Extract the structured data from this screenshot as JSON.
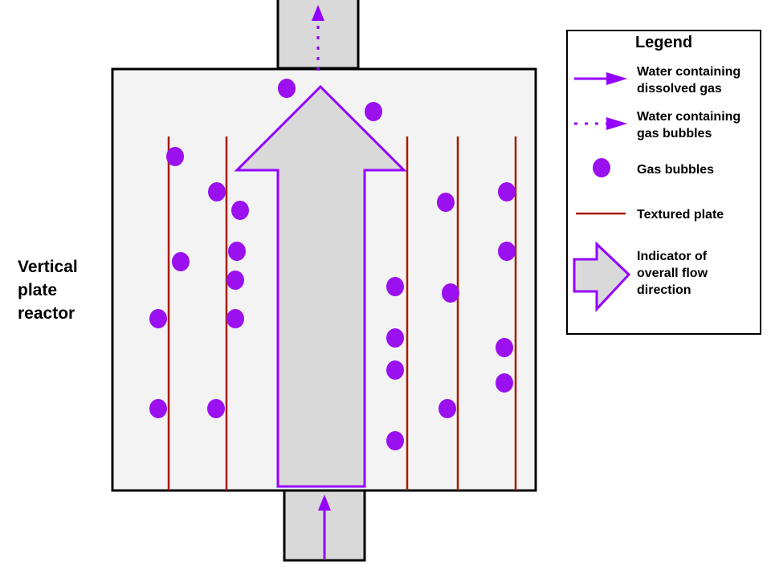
{
  "side_label": {
    "lines": [
      "Vertical",
      "plate",
      "reactor"
    ]
  },
  "legend": {
    "title": "Legend",
    "items": [
      {
        "icon": "solid-arrow-icon",
        "lines": [
          "Water containing",
          "dissolved gas"
        ]
      },
      {
        "icon": "dotted-arrow-icon",
        "lines": [
          "Water containing",
          "gas bubbles"
        ]
      },
      {
        "icon": "gas-bubble-icon",
        "lines": [
          "Gas bubbles"
        ]
      },
      {
        "icon": "textured-plate-icon",
        "lines": [
          "Textured plate"
        ]
      },
      {
        "icon": "flow-direction-arrow-icon",
        "lines": [
          "Indicator of",
          "overall flow",
          "direction"
        ]
      }
    ]
  },
  "colors": {
    "purple": "#9400ff",
    "bubble": "#9a10ee",
    "plate": "#a61c00",
    "vessel_fill": "#f3f3f3",
    "arrow_fill": "#d9d9d9",
    "outline": "#000000"
  }
}
